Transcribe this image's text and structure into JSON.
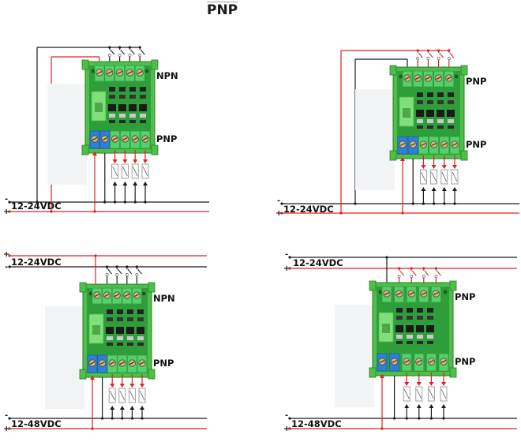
{
  "title": "PNP",
  "colors": {
    "positive_wire": "#e02020",
    "negative_wire": "#1a1a1a",
    "board_green": "#2e9e3a",
    "din_rail_green": "#4fbf4a",
    "terminal_green": "#55d06a",
    "terminal_blue": "#2f7fd8",
    "load_outline": "#8a8a8a",
    "switch_handle": "#7fe07a"
  },
  "panels": [
    {
      "id": "top-left",
      "input_type": "NPN",
      "input_label": "NPN",
      "output_label": "PNP",
      "supply_label": "12-24VDC",
      "output_supply_label": null,
      "minus_symbol": "-",
      "plus_symbol": "+",
      "channels": 4
    },
    {
      "id": "top-right",
      "input_type": "PNP",
      "input_label": "PNP",
      "output_label": "PNP",
      "supply_label": "12-24VDC",
      "output_supply_label": null,
      "minus_symbol": "-",
      "plus_symbol": "+",
      "channels": 4
    },
    {
      "id": "bottom-left",
      "input_type": "NPN",
      "input_label": "NPN",
      "output_label": "PNP",
      "supply_label": "12-24VDC",
      "output_supply_label": "12-48VDC",
      "minus_symbol": "-",
      "plus_symbol": "+",
      "channels": 4
    },
    {
      "id": "bottom-right",
      "input_type": "PNP",
      "input_label": "PNP",
      "output_label": "PNP",
      "supply_label": "12-24VDC",
      "output_supply_label": "12-48VDC",
      "minus_symbol": "-",
      "plus_symbol": "+",
      "channels": 4
    }
  ]
}
